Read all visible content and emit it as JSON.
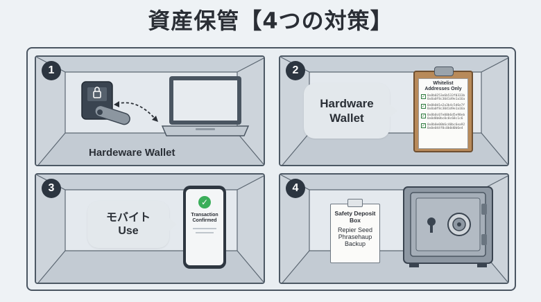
{
  "title": "資産保管【4つの対策】",
  "panels": [
    {
      "number": "1",
      "caption": "Hardeware Wallet"
    },
    {
      "number": "2",
      "bubble": [
        "Hardware",
        "Wallet"
      ],
      "clipboard": {
        "heading": [
          "Whitelist",
          "Addresses Only"
        ],
        "entries": [
          [
            "0x8b0253e6b533f0333b",
            "0x8a0f8c3041d9e1a16a"
          ],
          [
            "0x0b0d1e2a3b4c5d6e7f",
            "0x8a0f8c3041d9e1a16a"
          ],
          [
            "0x8b0c07e00b6d5e98eb",
            "0x0d8b0bc0c0c68c1c6"
          ],
          [
            "0x8b0e00b6c40bc6ea92",
            "0x0e044f0c0b0d0b6e4"
          ]
        ]
      }
    },
    {
      "number": "3",
      "bubble": [
        "モバイト",
        "Use"
      ],
      "phone": [
        "Transaction",
        "Confirmed"
      ]
    },
    {
      "number": "4",
      "note": [
        "Safety Deposit",
        "Box",
        "Repier Seed",
        "Phrasehaup",
        "Backup"
      ]
    }
  ]
}
